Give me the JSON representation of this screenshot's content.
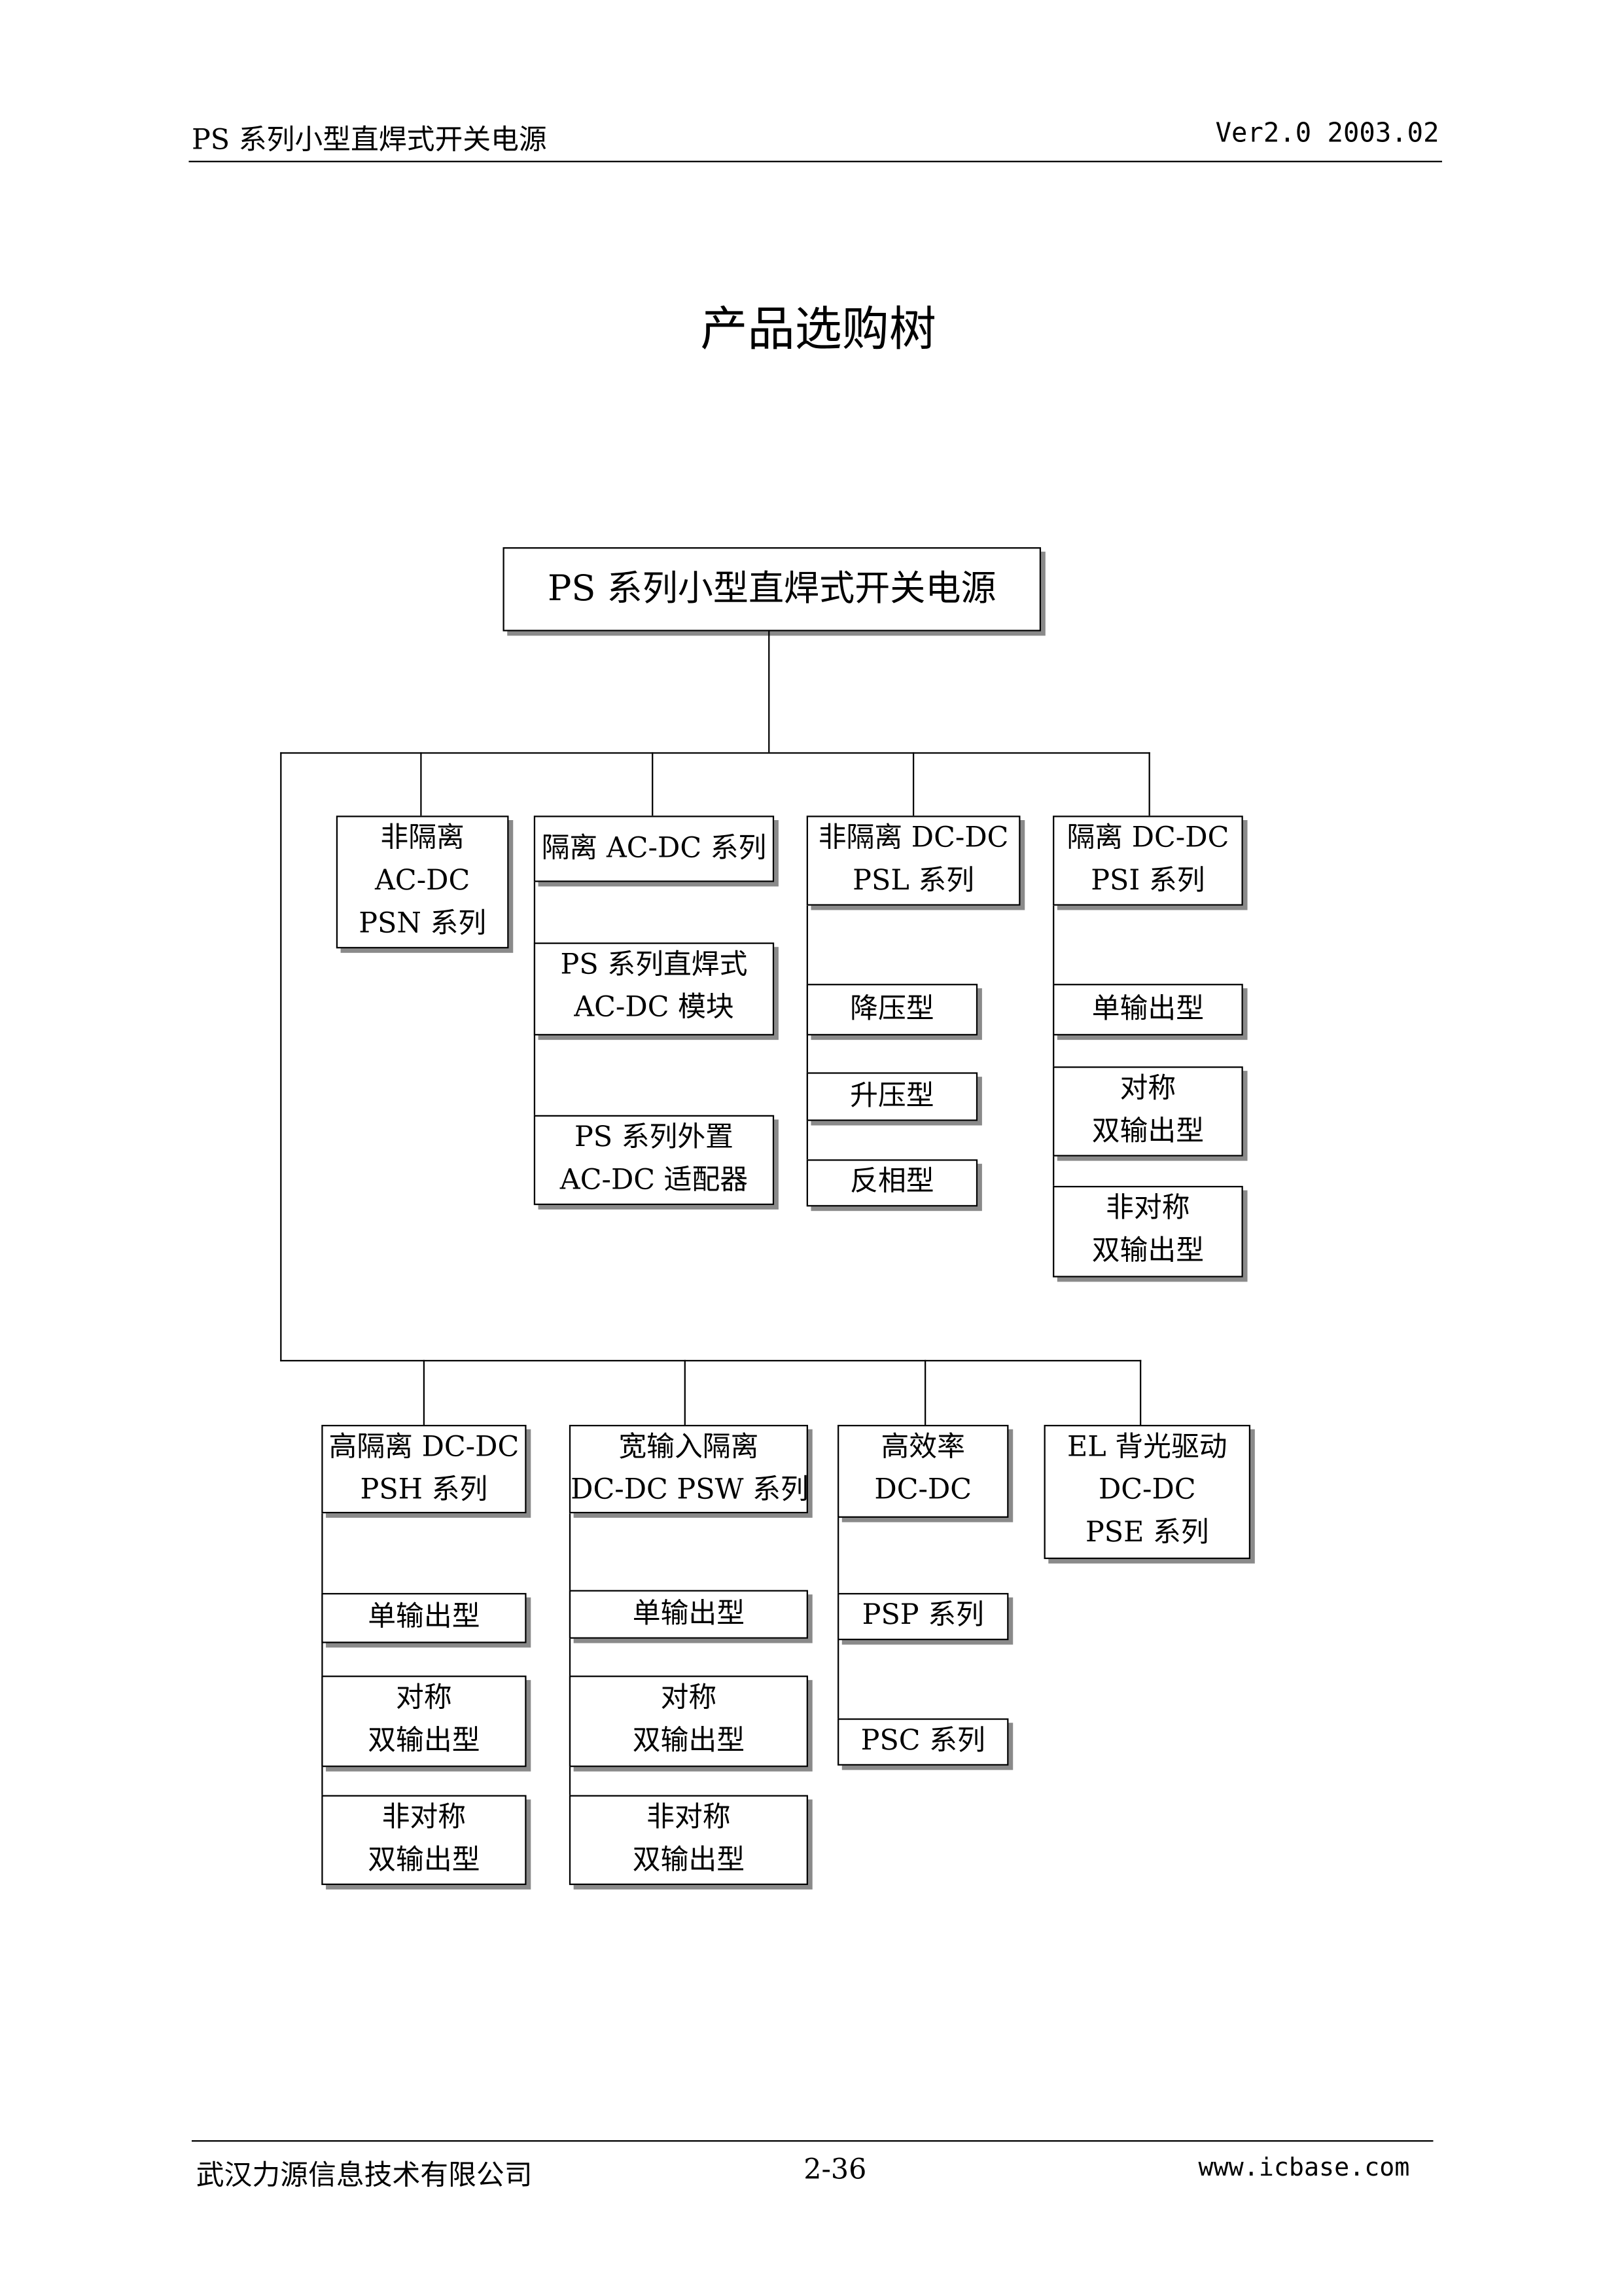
{
  "header": {
    "left": "PS 系列小型直焊式开关电源",
    "right": "Ver2.0 2003.02"
  },
  "title": "产品选购树",
  "tree": {
    "root": "PS 系列小型直焊式开关电源",
    "top": [
      {
        "lines": [
          "非隔离",
          "AC-DC",
          "PSN 系列"
        ],
        "children": []
      },
      {
        "lines": [
          "隔离 AC-DC 系列"
        ],
        "children": [
          [
            "PS 系列直焊式",
            "AC-DC 模块"
          ],
          [
            "PS 系列外置",
            "AC-DC 适配器"
          ]
        ]
      },
      {
        "lines": [
          "非隔离 DC-DC",
          "PSL 系列"
        ],
        "children": [
          [
            "降压型"
          ],
          [
            "升压型"
          ],
          [
            "反相型"
          ]
        ]
      },
      {
        "lines": [
          "隔离 DC-DC",
          "PSI 系列"
        ],
        "children": [
          [
            "单输出型"
          ],
          [
            "对称",
            "双输出型"
          ],
          [
            "非对称",
            "双输出型"
          ]
        ]
      }
    ],
    "bottom": [
      {
        "lines": [
          "高隔离 DC-DC",
          "PSH 系列"
        ],
        "children": [
          [
            "单输出型"
          ],
          [
            "对称",
            "双输出型"
          ],
          [
            "非对称",
            "双输出型"
          ]
        ]
      },
      {
        "lines": [
          "宽输入隔离",
          "DC-DC PSW 系列"
        ],
        "children": [
          [
            "单输出型"
          ],
          [
            "对称",
            "双输出型"
          ],
          [
            "非对称",
            "双输出型"
          ]
        ]
      },
      {
        "lines": [
          "高效率",
          "DC-DC"
        ],
        "children": [
          [
            "PSP 系列"
          ],
          [
            "PSC 系列"
          ]
        ]
      },
      {
        "lines": [
          "EL 背光驱动",
          "DC-DC",
          "PSE 系列"
        ],
        "children": []
      }
    ]
  },
  "footer": {
    "company": "武汉力源信息技术有限公司",
    "page": "2-36",
    "url": "www.icbase.com"
  }
}
